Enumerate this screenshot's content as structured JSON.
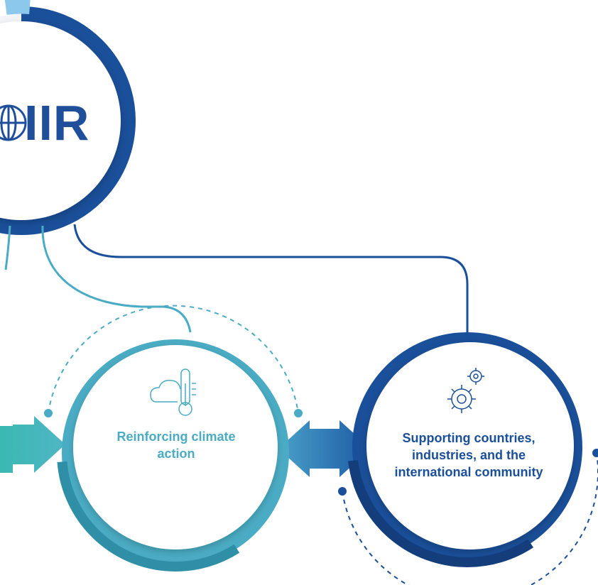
{
  "logo": {
    "text": "IIR",
    "icon": "globe-icon"
  },
  "nodes": [
    {
      "label": "Reinforcing climate action",
      "icon": "thermometer-cloud-icon",
      "color": "#4aacc4"
    },
    {
      "label": "Supporting countries, industries, and the international community",
      "icon": "gears-icon",
      "color": "#1a4f99"
    }
  ],
  "colors": {
    "dark_blue": "#1a4f99",
    "teal": "#4aacc4",
    "light_blue": "#8cc8ec",
    "green_teal": "#3bb8b2"
  }
}
